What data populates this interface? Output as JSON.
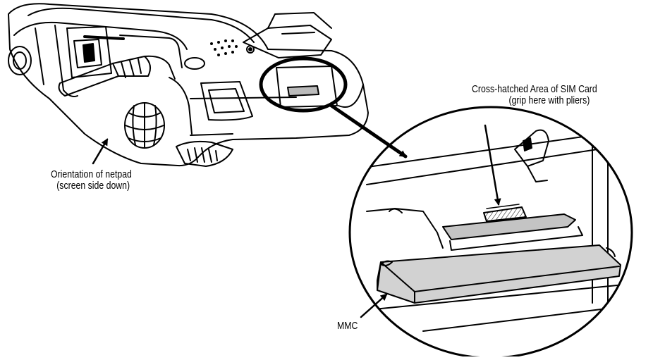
{
  "labels": {
    "sim_card": {
      "line1": "Cross-hatched Area of SIM Card",
      "line2": "(grip here with pliers)"
    },
    "orientation": {
      "line1": "Orientation of netpad",
      "line2": "(screen side down)"
    },
    "mmc": "MMC"
  },
  "colors": {
    "ink": "#000000",
    "card_fill": "#d2d2d2",
    "sim_fill": "#c4c4c4",
    "background": "#ffffff"
  }
}
